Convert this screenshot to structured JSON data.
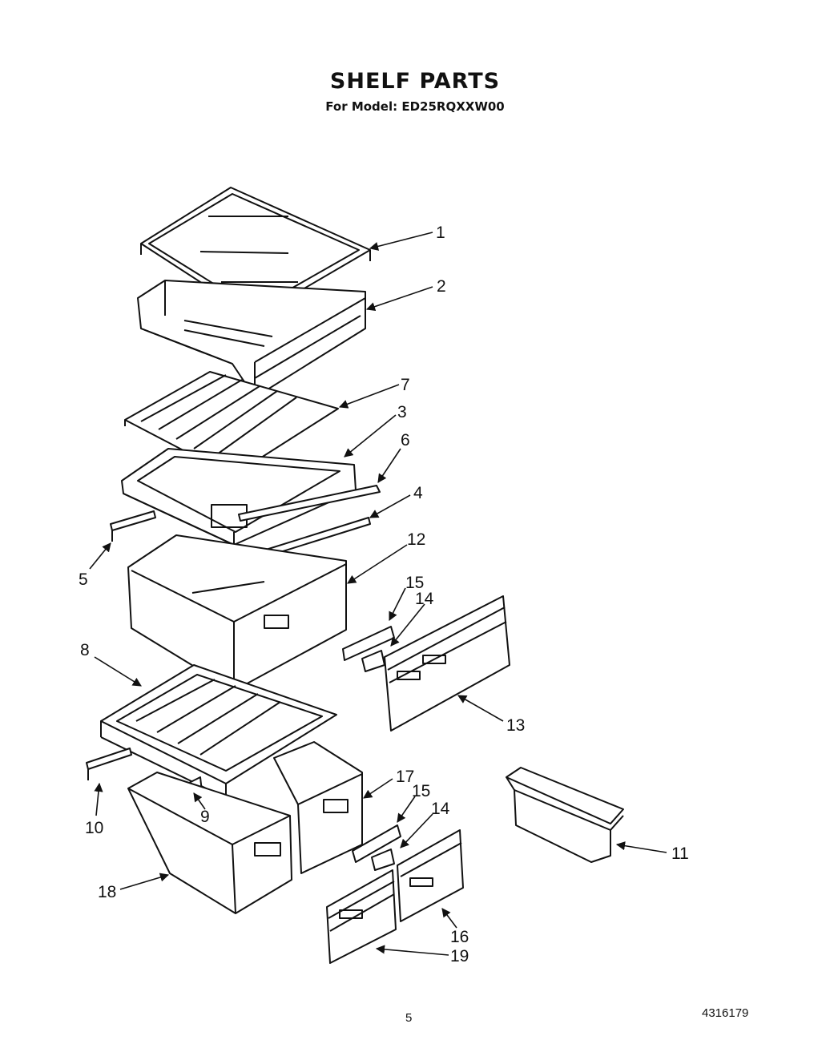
{
  "header": {
    "title": "SHELF PARTS",
    "subtitle": "For Model: ED25RQXXW00"
  },
  "callouts": [
    "1",
    "2",
    "7",
    "3",
    "6",
    "4",
    "5",
    "12",
    "15",
    "14",
    "13",
    "8",
    "17",
    "15",
    "14",
    "10",
    "9",
    "11",
    "18",
    "16",
    "19"
  ],
  "footer": {
    "page_number": "5",
    "document_number": "4316179"
  }
}
